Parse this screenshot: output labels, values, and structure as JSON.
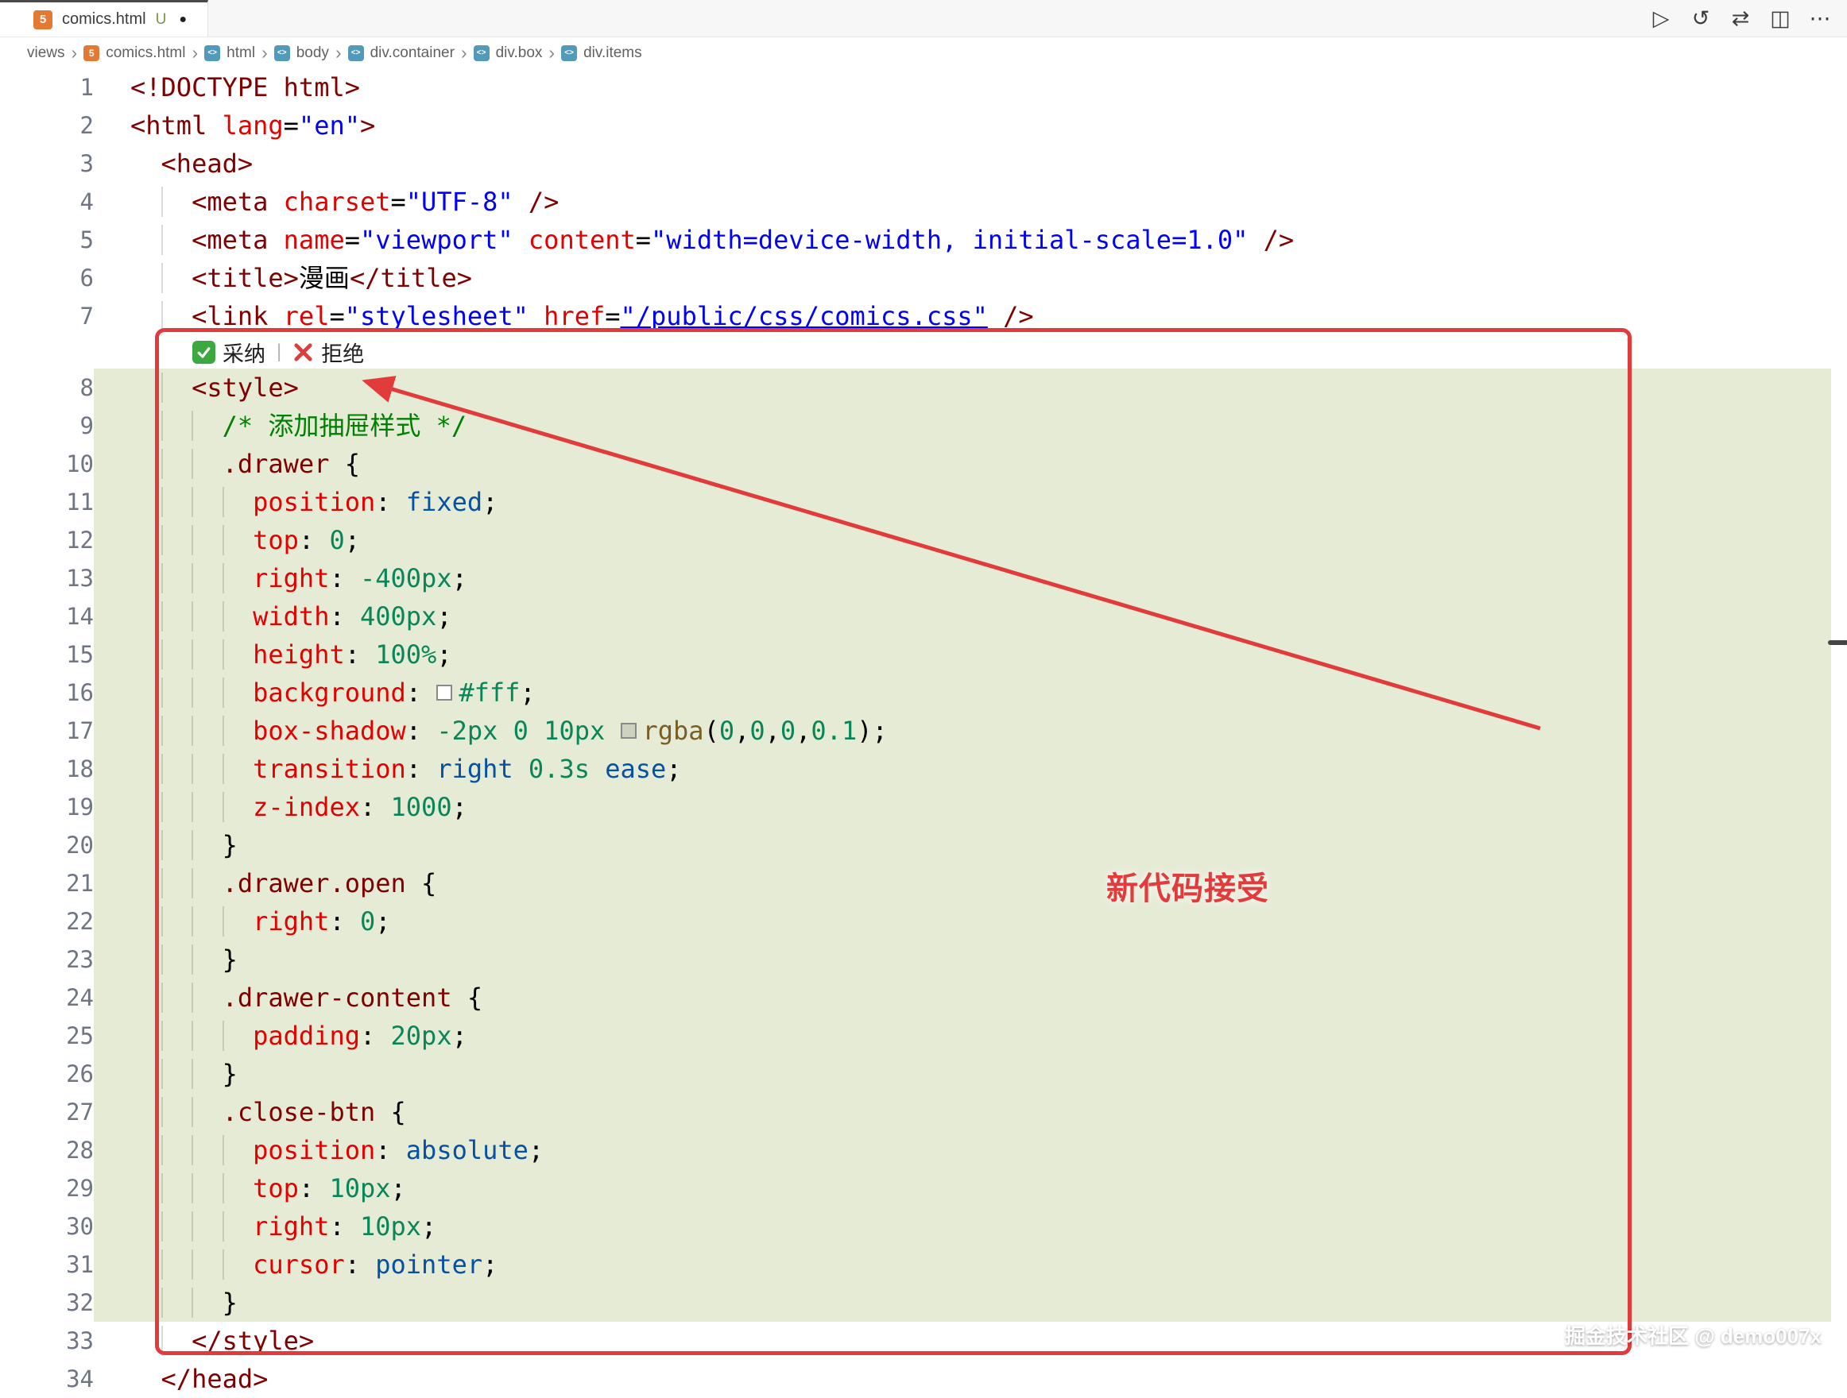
{
  "colors": {
    "accent_red": "#e23b3b",
    "added_line_bg": "#e6ebd6",
    "html_icon_orange": "#e37933",
    "element_icon_blue": "#519aba",
    "accept_green": "#3ba93f"
  },
  "tab_bar": {
    "tab": {
      "filename": "comics.html",
      "git_status": "U",
      "dirty_dot": "●"
    },
    "actions": [
      {
        "name": "run",
        "glyph": "▷"
      },
      {
        "name": "history",
        "glyph": "↺"
      },
      {
        "name": "compare-changes",
        "glyph": "⇄"
      },
      {
        "name": "split-editor",
        "glyph": "◫"
      },
      {
        "name": "more-actions",
        "glyph": "⋯"
      }
    ]
  },
  "breadcrumb": {
    "separator": "›",
    "items": [
      {
        "label": "views",
        "icon": "none"
      },
      {
        "label": "comics.html",
        "icon": "html"
      },
      {
        "label": "html",
        "icon": "element"
      },
      {
        "label": "body",
        "icon": "element"
      },
      {
        "label": "div.container",
        "icon": "element"
      },
      {
        "label": "div.box",
        "icon": "element"
      },
      {
        "label": "div.items",
        "icon": "element"
      }
    ]
  },
  "inline_diff": {
    "accept_label": "采纳",
    "separator": "|",
    "reject_label": "拒绝",
    "widget_after_line": 7
  },
  "annotation": {
    "text": "新代码接受"
  },
  "watermark": {
    "text": "掘金技术社区 @ demo007x"
  },
  "editor": {
    "lines": [
      {
        "n": 1,
        "added": false,
        "t": [
          [
            "tag",
            "<!DOCTYPE html>"
          ]
        ]
      },
      {
        "n": 2,
        "added": false,
        "t": [
          [
            "tag",
            "<html "
          ],
          [
            "attr",
            "lang"
          ],
          [
            "pun",
            "="
          ],
          [
            "str",
            "\"en\""
          ],
          [
            "tag",
            ">"
          ]
        ]
      },
      {
        "n": 3,
        "added": false,
        "t": [
          [
            "ws",
            "  "
          ],
          [
            "tag",
            "<head>"
          ]
        ]
      },
      {
        "n": 4,
        "added": false,
        "t": [
          [
            "ws",
            "    "
          ],
          [
            "tag",
            "<meta "
          ],
          [
            "attr",
            "charset"
          ],
          [
            "pun",
            "="
          ],
          [
            "str",
            "\"UTF-8\""
          ],
          [
            "tag",
            " />"
          ]
        ]
      },
      {
        "n": 5,
        "added": false,
        "t": [
          [
            "ws",
            "    "
          ],
          [
            "tag",
            "<meta "
          ],
          [
            "attr",
            "name"
          ],
          [
            "pun",
            "="
          ],
          [
            "str",
            "\"viewport\""
          ],
          [
            "tag",
            " "
          ],
          [
            "attr",
            "content"
          ],
          [
            "pun",
            "="
          ],
          [
            "str",
            "\"width=device-width, initial-scale=1.0\""
          ],
          [
            "tag",
            " />"
          ]
        ]
      },
      {
        "n": 6,
        "added": false,
        "t": [
          [
            "ws",
            "    "
          ],
          [
            "tag",
            "<title>"
          ],
          [
            "txt",
            "漫画"
          ],
          [
            "tag",
            "</title>"
          ]
        ]
      },
      {
        "n": 7,
        "added": false,
        "t": [
          [
            "ws",
            "    "
          ],
          [
            "tag",
            "<link "
          ],
          [
            "attr",
            "rel"
          ],
          [
            "pun",
            "="
          ],
          [
            "str",
            "\"stylesheet\""
          ],
          [
            "tag",
            " "
          ],
          [
            "attr",
            "href"
          ],
          [
            "pun",
            "="
          ],
          [
            "link",
            "\"/public/css/comics.css\""
          ],
          [
            "tag",
            " />"
          ]
        ]
      },
      {
        "n": 8,
        "added": true,
        "t": [
          [
            "ws",
            "    "
          ],
          [
            "tag",
            "<style>"
          ]
        ]
      },
      {
        "n": 9,
        "added": true,
        "t": [
          [
            "ws",
            "      "
          ],
          [
            "com",
            "/* 添加抽屉样式 */"
          ]
        ]
      },
      {
        "n": 10,
        "added": true,
        "t": [
          [
            "ws",
            "      "
          ],
          [
            "sel",
            ".drawer"
          ],
          [
            "pun",
            " {"
          ]
        ]
      },
      {
        "n": 11,
        "added": true,
        "t": [
          [
            "ws",
            "        "
          ],
          [
            "prop",
            "position"
          ],
          [
            "pun",
            ": "
          ],
          [
            "kw",
            "fixed"
          ],
          [
            "pun",
            ";"
          ]
        ]
      },
      {
        "n": 12,
        "added": true,
        "t": [
          [
            "ws",
            "        "
          ],
          [
            "prop",
            "top"
          ],
          [
            "pun",
            ": "
          ],
          [
            "num",
            "0"
          ],
          [
            "pun",
            ";"
          ]
        ]
      },
      {
        "n": 13,
        "added": true,
        "t": [
          [
            "ws",
            "        "
          ],
          [
            "prop",
            "right"
          ],
          [
            "pun",
            ": "
          ],
          [
            "num",
            "-400px"
          ],
          [
            "pun",
            ";"
          ]
        ]
      },
      {
        "n": 14,
        "added": true,
        "t": [
          [
            "ws",
            "        "
          ],
          [
            "prop",
            "width"
          ],
          [
            "pun",
            ": "
          ],
          [
            "num",
            "400px"
          ],
          [
            "pun",
            ";"
          ]
        ]
      },
      {
        "n": 15,
        "added": true,
        "t": [
          [
            "ws",
            "        "
          ],
          [
            "prop",
            "height"
          ],
          [
            "pun",
            ": "
          ],
          [
            "num",
            "100%"
          ],
          [
            "pun",
            ";"
          ]
        ]
      },
      {
        "n": 16,
        "added": true,
        "t": [
          [
            "ws",
            "        "
          ],
          [
            "prop",
            "background"
          ],
          [
            "pun",
            ": "
          ],
          [
            "swatch",
            "#ffffff"
          ],
          [
            "num",
            "#fff"
          ],
          [
            "pun",
            ";"
          ]
        ]
      },
      {
        "n": 17,
        "added": true,
        "t": [
          [
            "ws",
            "        "
          ],
          [
            "prop",
            "box-shadow"
          ],
          [
            "pun",
            ": "
          ],
          [
            "num",
            "-2px 0 10px"
          ],
          [
            "pun",
            " "
          ],
          [
            "swatch",
            "rgba(0,0,0,0.1)"
          ],
          [
            "fn",
            "rgba"
          ],
          [
            "pun",
            "("
          ],
          [
            "num",
            "0"
          ],
          [
            "pun",
            ","
          ],
          [
            "num",
            "0"
          ],
          [
            "pun",
            ","
          ],
          [
            "num",
            "0"
          ],
          [
            "pun",
            ","
          ],
          [
            "num",
            "0.1"
          ],
          [
            "pun",
            ");"
          ]
        ]
      },
      {
        "n": 18,
        "added": true,
        "t": [
          [
            "ws",
            "        "
          ],
          [
            "prop",
            "transition"
          ],
          [
            "pun",
            ": "
          ],
          [
            "kw",
            "right"
          ],
          [
            "pun",
            " "
          ],
          [
            "num",
            "0.3s"
          ],
          [
            "pun",
            " "
          ],
          [
            "kw",
            "ease"
          ],
          [
            "pun",
            ";"
          ]
        ]
      },
      {
        "n": 19,
        "added": true,
        "t": [
          [
            "ws",
            "        "
          ],
          [
            "prop",
            "z-index"
          ],
          [
            "pun",
            ": "
          ],
          [
            "num",
            "1000"
          ],
          [
            "pun",
            ";"
          ]
        ]
      },
      {
        "n": 20,
        "added": true,
        "t": [
          [
            "ws",
            "      "
          ],
          [
            "pun",
            "}"
          ]
        ]
      },
      {
        "n": 21,
        "added": true,
        "t": [
          [
            "ws",
            "      "
          ],
          [
            "sel",
            ".drawer.open"
          ],
          [
            "pun",
            " {"
          ]
        ]
      },
      {
        "n": 22,
        "added": true,
        "t": [
          [
            "ws",
            "        "
          ],
          [
            "prop",
            "right"
          ],
          [
            "pun",
            ": "
          ],
          [
            "num",
            "0"
          ],
          [
            "pun",
            ";"
          ]
        ]
      },
      {
        "n": 23,
        "added": true,
        "t": [
          [
            "ws",
            "      "
          ],
          [
            "pun",
            "}"
          ]
        ]
      },
      {
        "n": 24,
        "added": true,
        "t": [
          [
            "ws",
            "      "
          ],
          [
            "sel",
            ".drawer-content"
          ],
          [
            "pun",
            " {"
          ]
        ]
      },
      {
        "n": 25,
        "added": true,
        "t": [
          [
            "ws",
            "        "
          ],
          [
            "prop",
            "padding"
          ],
          [
            "pun",
            ": "
          ],
          [
            "num",
            "20px"
          ],
          [
            "pun",
            ";"
          ]
        ]
      },
      {
        "n": 26,
        "added": true,
        "t": [
          [
            "ws",
            "      "
          ],
          [
            "pun",
            "}"
          ]
        ]
      },
      {
        "n": 27,
        "added": true,
        "t": [
          [
            "ws",
            "      "
          ],
          [
            "sel",
            ".close-btn"
          ],
          [
            "pun",
            " {"
          ]
        ]
      },
      {
        "n": 28,
        "added": true,
        "t": [
          [
            "ws",
            "        "
          ],
          [
            "prop",
            "position"
          ],
          [
            "pun",
            ": "
          ],
          [
            "kw",
            "absolute"
          ],
          [
            "pun",
            ";"
          ]
        ]
      },
      {
        "n": 29,
        "added": true,
        "t": [
          [
            "ws",
            "        "
          ],
          [
            "prop",
            "top"
          ],
          [
            "pun",
            ": "
          ],
          [
            "num",
            "10px"
          ],
          [
            "pun",
            ";"
          ]
        ]
      },
      {
        "n": 30,
        "added": true,
        "t": [
          [
            "ws",
            "        "
          ],
          [
            "prop",
            "right"
          ],
          [
            "pun",
            ": "
          ],
          [
            "num",
            "10px"
          ],
          [
            "pun",
            ";"
          ]
        ]
      },
      {
        "n": 31,
        "added": true,
        "t": [
          [
            "ws",
            "        "
          ],
          [
            "prop",
            "cursor"
          ],
          [
            "pun",
            ": "
          ],
          [
            "kw",
            "pointer"
          ],
          [
            "pun",
            ";"
          ]
        ]
      },
      {
        "n": 32,
        "added": true,
        "t": [
          [
            "ws",
            "      "
          ],
          [
            "pun",
            "}"
          ]
        ]
      },
      {
        "n": 33,
        "added": false,
        "t": [
          [
            "ws",
            "    "
          ],
          [
            "tag",
            "</style>"
          ]
        ]
      },
      {
        "n": 34,
        "added": false,
        "t": [
          [
            "ws",
            "  "
          ],
          [
            "tag",
            "</head>"
          ]
        ]
      }
    ]
  }
}
